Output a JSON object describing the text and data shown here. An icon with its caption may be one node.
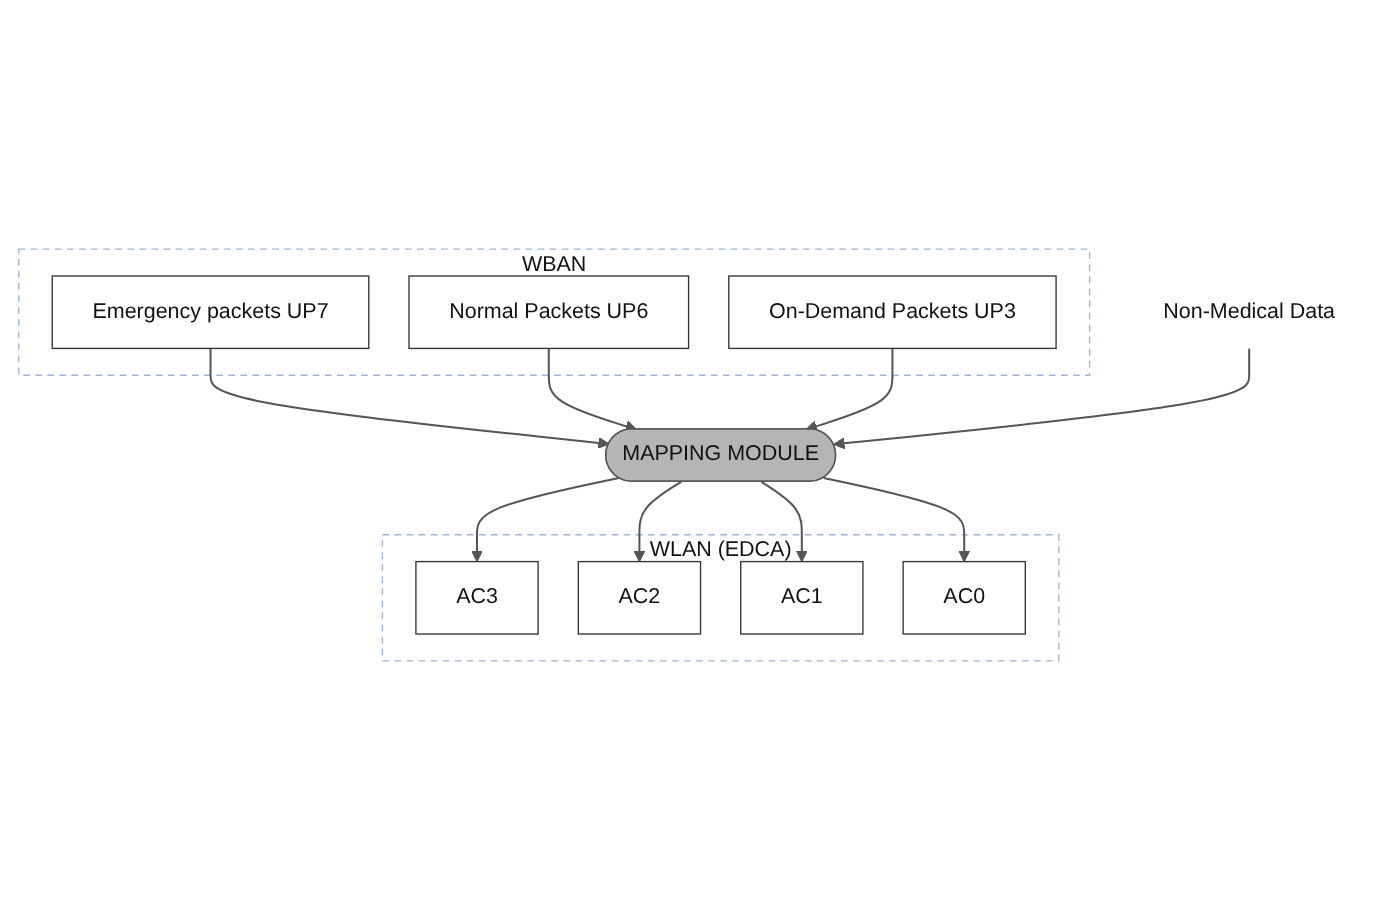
{
  "diagram": {
    "nodes": [
      {
        "text": [
          "WBAN"
        ]
      },
      {
        "text": [
          "Emergency packets UP7"
        ],
        "in": 0
      },
      {
        "text": [
          "Normal Packets UP6"
        ],
        "in": 0
      },
      {
        "text": [
          "On-Demand Packets UP3"
        ],
        "in": 0
      },
      {
        "text": [
          "Non-Medical Data"
        ]
      },
      {
        "text": [
          "MAPPING MODULE"
        ]
      },
      {
        "text": [
          "WLAN (EDCA)"
        ]
      },
      {
        "text": [
          "AC3"
        ],
        "in": 6
      },
      {
        "text": [
          "AC2"
        ],
        "in": 6
      },
      {
        "text": [
          "AC1"
        ],
        "in": 6
      },
      {
        "text": [
          "AC0"
        ],
        "in": 6
      }
    ],
    "edges": [
      {
        "from": 1,
        "to": 5,
        "arrow": "to"
      },
      {
        "from": 2,
        "to": 5,
        "arrow": "to"
      },
      {
        "from": 3,
        "to": 5,
        "arrow": "to"
      },
      {
        "from": 4,
        "to": 5,
        "arrow": "to"
      },
      {
        "from": 5,
        "to": 7,
        "arrow": "to"
      },
      {
        "from": 5,
        "to": 8,
        "arrow": "to"
      },
      {
        "from": 5,
        "to": 9,
        "arrow": "to"
      },
      {
        "from": 5,
        "to": 10,
        "arrow": "to"
      }
    ]
  }
}
